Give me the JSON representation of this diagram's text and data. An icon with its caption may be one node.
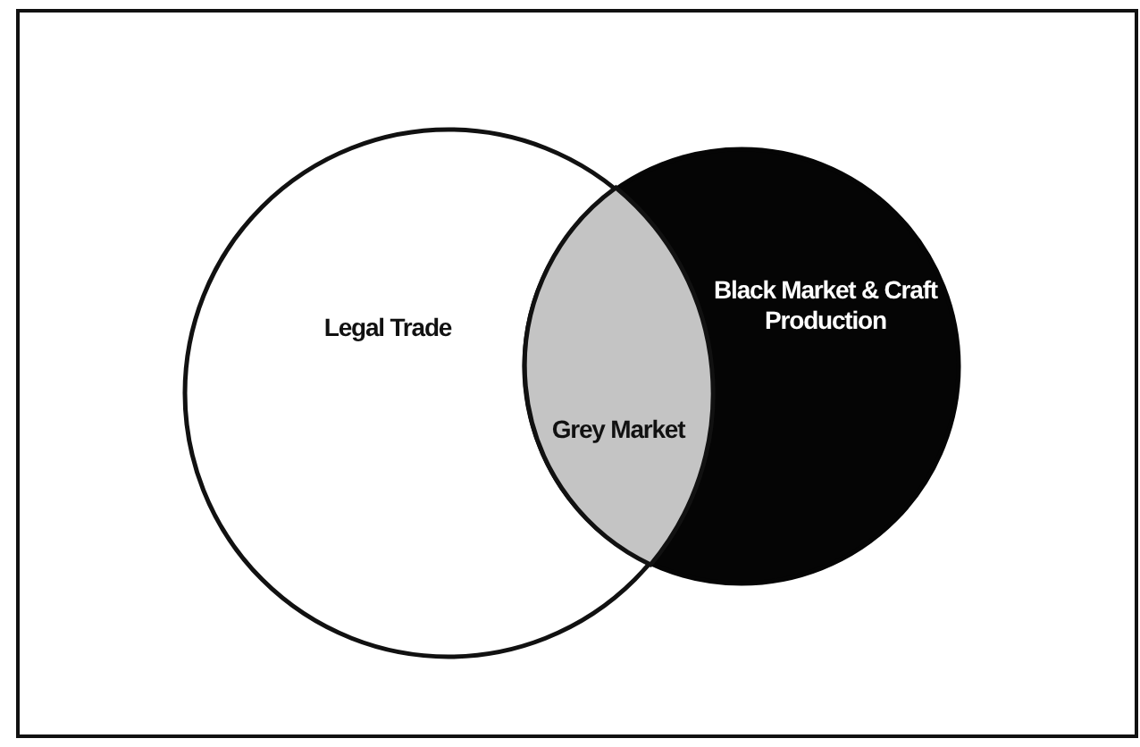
{
  "diagram": {
    "nodes": [
      {
        "text": [
          "Legal Trade"
        ]
      },
      {
        "text": [
          "Black Market & Craft Production"
        ]
      },
      {
        "text": [
          "Grey Market"
        ]
      }
    ]
  }
}
